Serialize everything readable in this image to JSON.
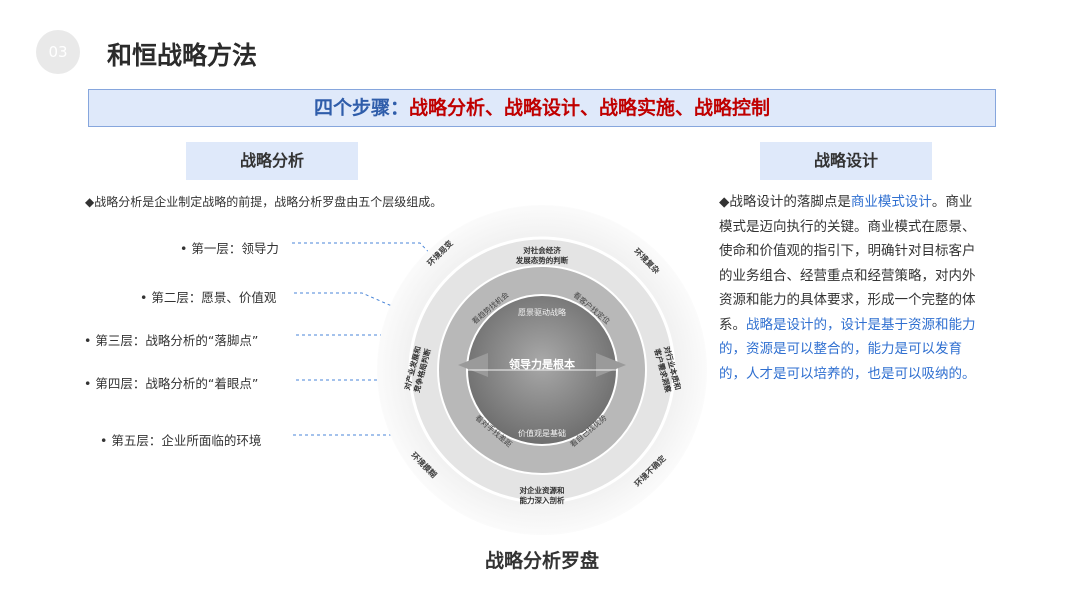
{
  "slide_number": "03",
  "title": "和恒战略方法",
  "banner": {
    "prefix": "四个步骤：",
    "steps": "战略分析、战略设计、战略实施、战略控制"
  },
  "left": {
    "tab": "战略分析",
    "description": "◆战略分析是企业制定战略的前提，战略分析罗盘由五个层级组成。",
    "layers": [
      "第一层：领导力",
      "第二层：愿景、价值观",
      "第三层：战略分析的“落脚点”",
      "第四层：战略分析的“着眼点”",
      "第五层：企业所面临的环境"
    ]
  },
  "compass": {
    "caption": "战略分析罗盘",
    "center": "领导力是根本",
    "inner_top": "愿景驱动战略",
    "inner_bottom": "价值观是基础",
    "middle": [
      "看客户找定位",
      "看自己找优势",
      "看对手找差距",
      "看趋势找机会"
    ],
    "outer": [
      "对社会经济\n发展态势的判断",
      "对行业本质和\n客户需求洞察",
      "对企业资源和\n能力深入剖析",
      "对产业发展和\n竞争格局判断"
    ],
    "env": [
      "环境易变",
      "环境复杂",
      "环境不确定",
      "环境模糊"
    ]
  },
  "right": {
    "tab": "战略设计",
    "p1": "◆战略设计的落脚点是",
    "p1_link": "商业模式设计",
    "p2": "。商业模式是迈向执行的关键。商业模式在愿景、使命和价值观的指引下，明确针对目标客户的业务组合、经营重点和经营策略，对内外资源和能力的具体要求，形成一个完整的体系。",
    "p3": "战略是设计的，设计是基于资源和能力的，资源是可以整合的，能力是可以发育的，人才是可以培养的，也是可以吸纳的。"
  }
}
